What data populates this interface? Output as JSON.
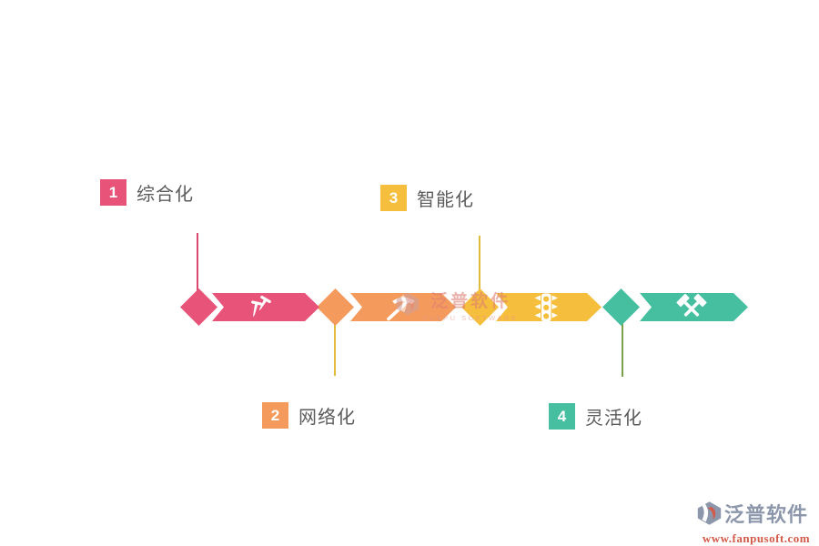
{
  "diagram": {
    "type": "process-timeline",
    "background": "#ffffff",
    "steps": [
      {
        "number": "1",
        "label": "综合化",
        "accent": "#e85379",
        "line_color": "#dc4870",
        "icon": "nails-icon",
        "label_position": "top"
      },
      {
        "number": "2",
        "label": "网络化",
        "accent": "#f49a5c",
        "line_color": "#e0bb3c",
        "icon": "pickaxe-icon",
        "label_position": "bottom"
      },
      {
        "number": "3",
        "label": "智能化",
        "accent": "#f6be3d",
        "line_color": "#e0bb3c",
        "icon": "traffic-light-icon",
        "label_position": "top"
      },
      {
        "number": "4",
        "label": "灵活化",
        "accent": "#45bfa0",
        "line_color": "#7aa04b",
        "icon": "crossed-hammers-icon",
        "label_position": "bottom"
      }
    ],
    "icon_color": "#ffffff"
  },
  "watermark": {
    "icon": "fanpu-logo-icon",
    "text": "泛普软件",
    "subtext": "FANPU SOFTWARE",
    "color": "#dd7f73"
  },
  "brand": {
    "icon": "fanpu-logo-icon",
    "name": "泛普软件",
    "name_color": "#8d97ac",
    "website": "www.fanpusoft.com",
    "website_color": "#d25a49"
  }
}
